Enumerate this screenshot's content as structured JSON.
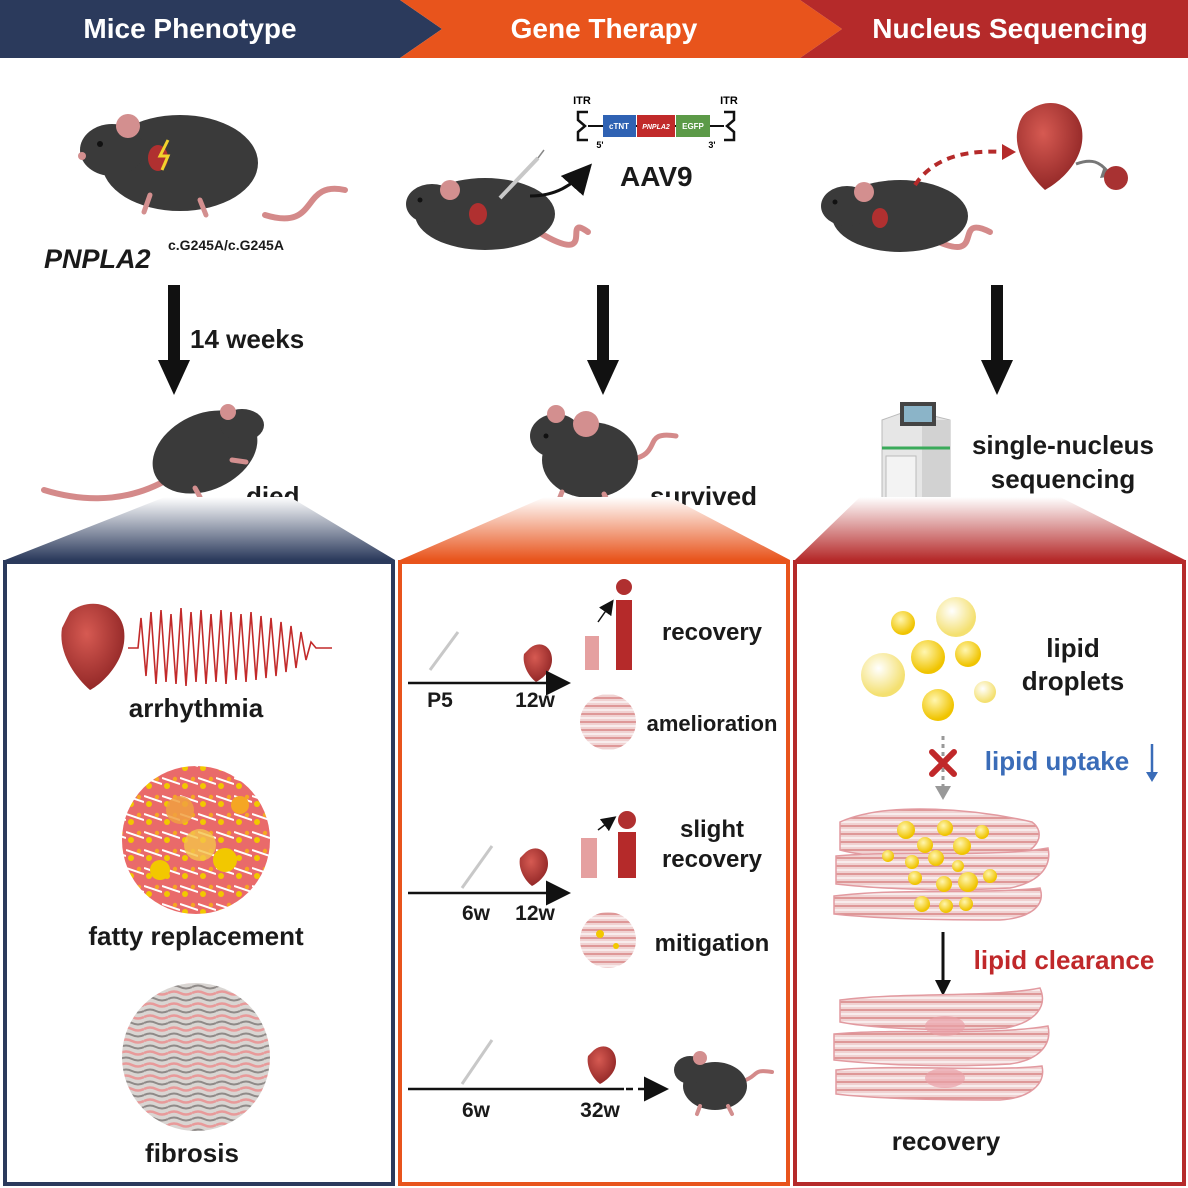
{
  "header": {
    "col1": "Mice Phenotype",
    "col2": "Gene Therapy",
    "col3": "Nucleus Sequencing"
  },
  "col1": {
    "genotype_gene": "PNPLA2",
    "genotype_sup": "c.G245A/c.G245A",
    "time": "14 weeks",
    "outcome": "died",
    "items": [
      "arrhythmia",
      "fatty replacement",
      "fibrosis"
    ]
  },
  "col2": {
    "vector": {
      "itr_left": "ITR",
      "itr_right": "ITR",
      "five_prime": "5'",
      "three_prime": "3'",
      "promoter": "cTNT",
      "gene": "PNPLA2",
      "reporter": "EGFP",
      "name": "AAV9"
    },
    "outcome": "survived",
    "rows": [
      {
        "start": "P5",
        "end": "12w",
        "result1": "recovery",
        "result2": "amelioration"
      },
      {
        "start": "6w",
        "end": "12w",
        "result1a": "slight",
        "result1b": "recovery",
        "result2": "mitigation"
      },
      {
        "start": "6w",
        "end": "32w"
      }
    ]
  },
  "col3": {
    "method_line1": "single-nucleus",
    "method_line2": "sequencing",
    "droplets_line1": "lipid",
    "droplets_line2": "droplets",
    "uptake": "lipid uptake",
    "clearance": "lipid clearance",
    "result": "recovery"
  },
  "colors": {
    "navy": "#2b3a5c",
    "orange": "#e8541c",
    "red": "#b52a2a",
    "mouse": "#3a3a3a",
    "heart": "#b03030",
    "lipid": "#f2c800",
    "cardiomyocyte": "#f2b8bc"
  }
}
